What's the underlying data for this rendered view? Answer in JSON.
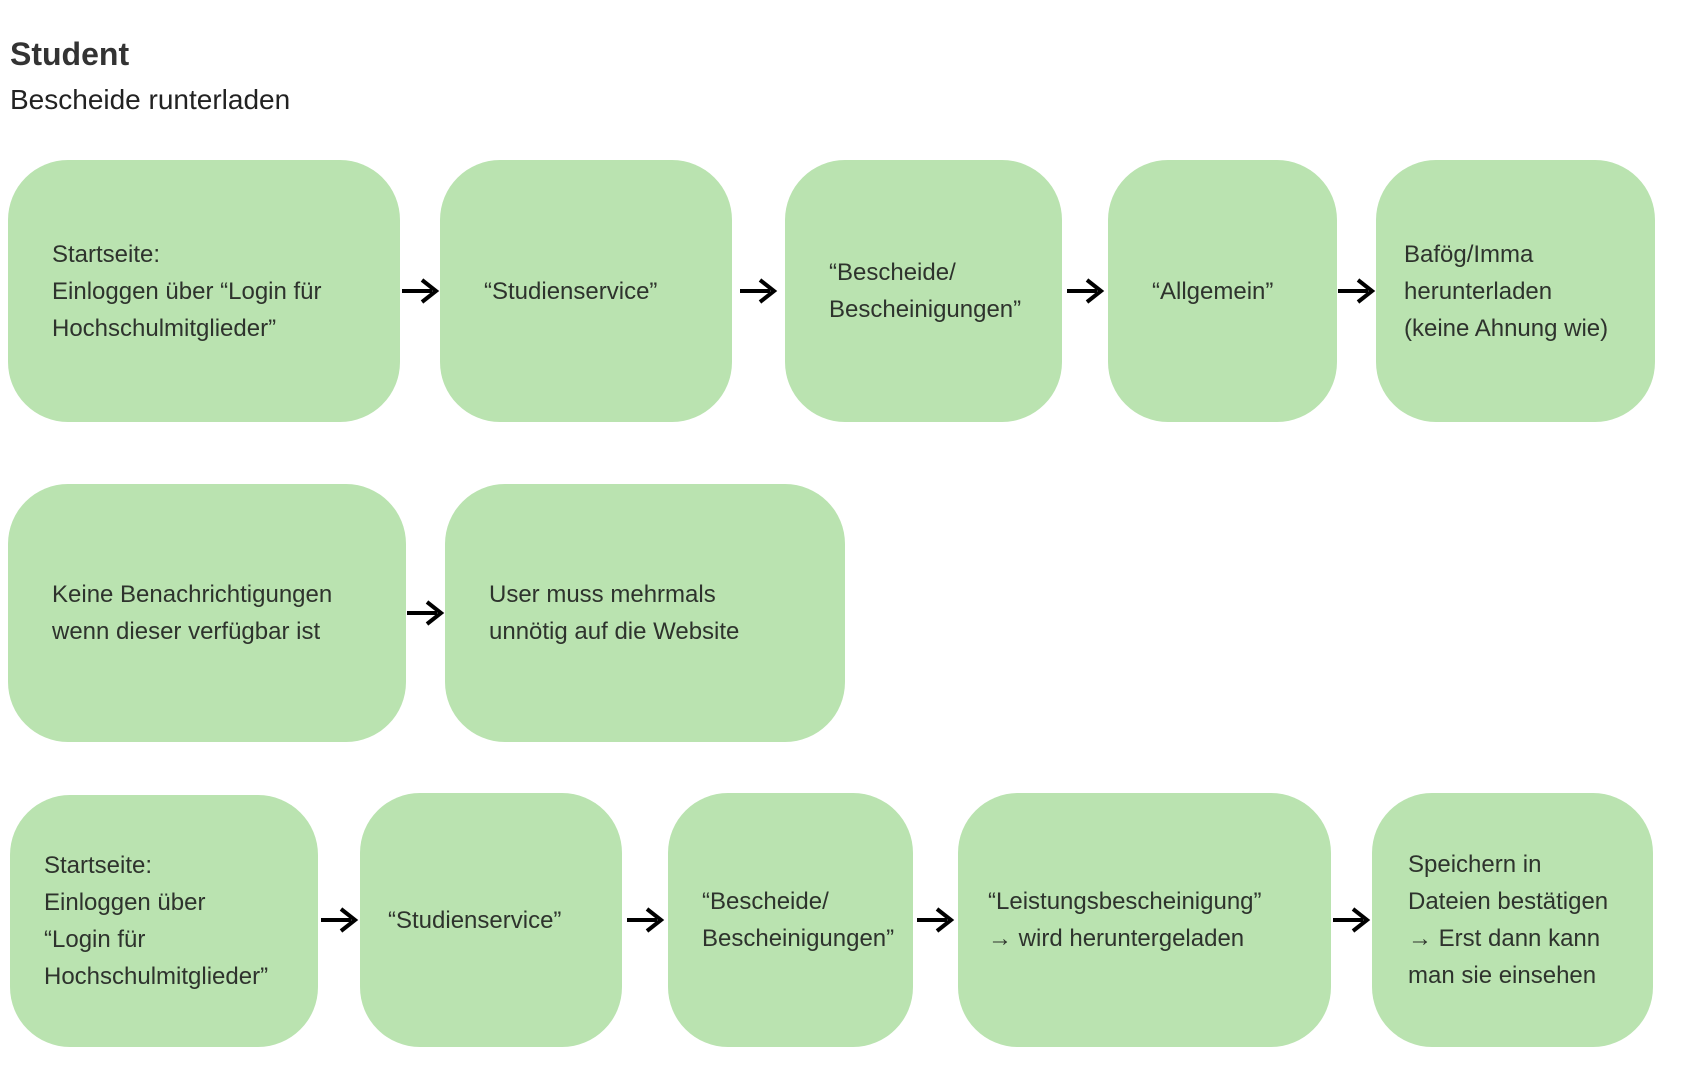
{
  "header": {
    "title": "Student",
    "subtitle": "Bescheide runterladen"
  },
  "colors": {
    "node_fill": "#bae3b0",
    "node_text": "#2e332d",
    "arrow": "#000000",
    "background": "#ffffff"
  },
  "rows": [
    {
      "name": "flow-row-bescheide-download",
      "nodes": [
        {
          "lines": [
            "Startseite:",
            "Einloggen über “Login für",
            "Hochschulmitglieder”"
          ]
        },
        {
          "lines": [
            "“Studienservice”"
          ]
        },
        {
          "lines": [
            "“Bescheide/",
            "Bescheinigungen”"
          ]
        },
        {
          "lines": [
            "“Allgemein”"
          ]
        },
        {
          "lines": [
            "Bafög/Imma",
            "herunterladen",
            "(keine Ahnung wie)"
          ]
        }
      ]
    },
    {
      "name": "flow-row-benachrichtigungen",
      "nodes": [
        {
          "lines": [
            "Keine Benachrichtigungen",
            "wenn dieser verfügbar ist"
          ]
        },
        {
          "lines": [
            "User muss mehrmals",
            "unnötig auf die Website"
          ]
        }
      ]
    },
    {
      "name": "flow-row-leistungsbescheinigung",
      "nodes": [
        {
          "lines": [
            "Startseite:",
            "Einloggen über",
            "“Login für",
            "Hochschulmitglieder”"
          ]
        },
        {
          "lines": [
            "“Studienservice”"
          ]
        },
        {
          "lines": [
            "“Bescheide/",
            "Bescheinigungen”"
          ]
        },
        {
          "lines": [
            "“Leistungsbescheinigung”",
            "→ wird heruntergeladen"
          ]
        },
        {
          "lines": [
            "Speichern in",
            "Dateien bestätigen",
            "→ Erst dann kann",
            "man sie einsehen"
          ]
        }
      ]
    }
  ]
}
